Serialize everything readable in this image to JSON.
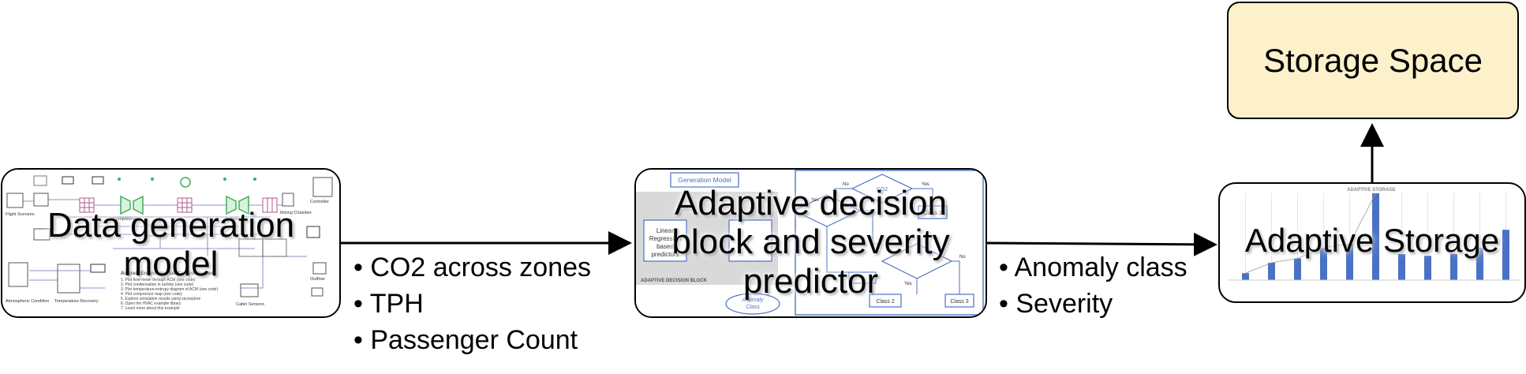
{
  "blocks": {
    "data_generation": {
      "title": "Data generation model",
      "title_line1": "Data generation",
      "title_line2": "model",
      "inner_caption": "Aircraft Environmental Control System",
      "inner_labels": [
        "Flight Scenario",
        "Compressor",
        "Turbine",
        "Mixing Chamber",
        "Cabin Sensors",
        "Temperature Recovery",
        "Atmospheric Condition",
        "Controller",
        "Outflow"
      ],
      "inner_steps": [
        "1. Plot flow-meter through ACM (see code)",
        "2. Plot condensation in turbine (see code)",
        "3. Plot temperature-entropy diagram of ACM (see code)",
        "4. Plot compressor map (see code)",
        "5. Explore simulation results using sscexplore",
        "6. Open the HVAC example library",
        "7. Learn more about this example"
      ]
    },
    "adaptive_decision": {
      "title": "Adaptive decision block and severity predictor",
      "title_line1": "Adaptive decision",
      "title_line2": "block and severity",
      "title_line3": "predictor",
      "inner_generation_model": "Generation Model",
      "inner_linear": "Linear Regression based predictors",
      "inner_section": "ADAPTIVE DECISION BLOCK",
      "inner_anomaly": "Anomaly Class",
      "inner_co2": "CO2",
      "inner_class1": "Class 1",
      "inner_class2": "Class 2",
      "inner_class3": "Class 3",
      "inner_yes": "Yes",
      "inner_no": "No"
    },
    "adaptive_storage": {
      "title": "Adaptive Storage",
      "inner_caption": "ADAPTIVE STORAGE",
      "bar_levels": [
        0.08,
        0.2,
        0.25,
        0.37,
        0.42,
        1.0,
        0.3,
        0.28,
        0.3,
        0.37,
        0.58
      ]
    },
    "storage_space": {
      "title": "Storage Space"
    }
  },
  "edges": [
    {
      "from": "Data generation model",
      "to": "Adaptive decision block and severity predictor",
      "labels": [
        "CO2 across zones",
        "TPH",
        "Passenger Count"
      ]
    },
    {
      "from": "Adaptive decision block and severity predictor",
      "to": "Adaptive Storage",
      "labels": [
        "Anomaly class",
        "Severity"
      ]
    },
    {
      "from": "Adaptive Storage",
      "to": "Storage Space",
      "labels": []
    }
  ],
  "edge_labels": {
    "input_features": [
      "CO2 across zones",
      "TPH",
      "Passenger Count"
    ],
    "outputs": [
      "Anomaly class",
      "Severity"
    ]
  },
  "colors": {
    "storage_fill": "#fdf1cc",
    "accent_blue": "#4a72c4",
    "inner_green": "#3fae5a"
  }
}
